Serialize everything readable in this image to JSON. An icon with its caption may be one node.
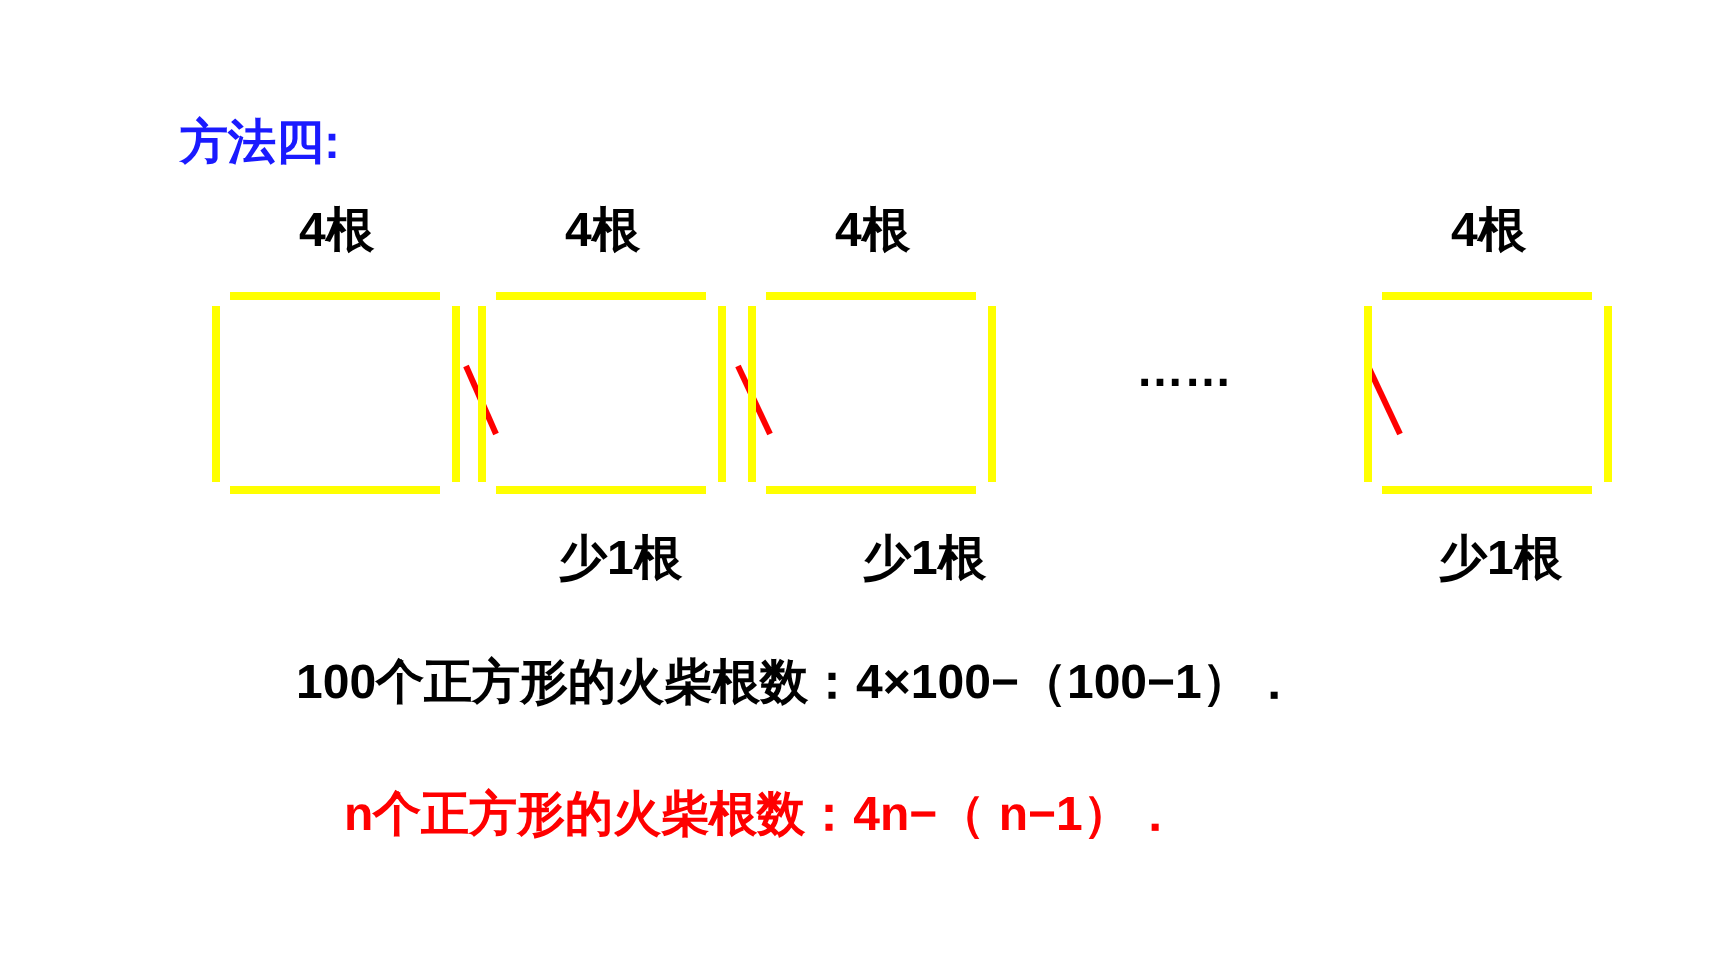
{
  "diagram": {
    "title": "方法四:",
    "nodes": [
      {
        "text": [],
        "shape": "box",
        "beside": [
          "4根"
        ]
      },
      {
        "text": [],
        "shape": "box",
        "beside": [
          "4根"
        ]
      },
      {
        "text": [],
        "shape": "box",
        "beside": [
          "4根"
        ]
      },
      {
        "text": [],
        "shape": "box",
        "beside": [
          "4根"
        ]
      }
    ],
    "edges": [],
    "labels": [
      "少1根",
      "少1根",
      "少1根",
      "……",
      "100个正方形的火柴根数：4×100−（100−1）．",
      "n个正方形的火柴根数：4n−（ n−1）．"
    ]
  }
}
